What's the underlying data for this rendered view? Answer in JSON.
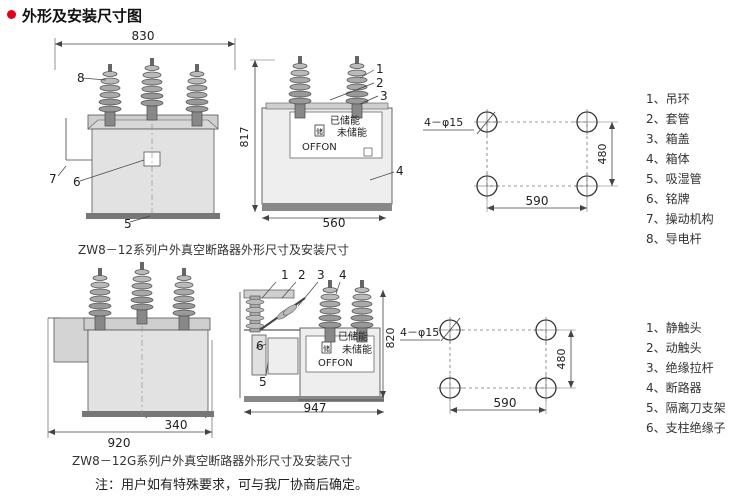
{
  "header": {
    "title": "外形及安装尺寸图",
    "bullet_color": "#e0001a"
  },
  "fig1": {
    "dims": {
      "width": "830",
      "height": "817",
      "depth": "560"
    },
    "callouts": {
      "c8": "8",
      "c7": "7",
      "c6": "6",
      "c5": "5",
      "c1": "1",
      "c2": "2",
      "c3": "3",
      "c4": "4"
    },
    "nameplate": {
      "charged": "已储能",
      "uncharged": "未储能",
      "hand": "储",
      "offon": "OFFON"
    },
    "mount": {
      "hole_label": "4－φ15",
      "height": "480",
      "width": "590"
    },
    "caption": "ZW8－12系列户外真空断路器外形尺寸及安装尺寸",
    "legend": [
      "1、吊环",
      "2、套管",
      "3、箱盖",
      "4、箱体",
      "5、吸湿管",
      "6、铭牌",
      "7、操动机构",
      "8、导电杆"
    ]
  },
  "fig2": {
    "dims": {
      "width": "920",
      "offset": "340",
      "depth": "947",
      "height": "820"
    },
    "callouts": {
      "c1": "1",
      "c2": "2",
      "c3": "3",
      "c4": "4",
      "c5": "5",
      "c6": "6"
    },
    "nameplate": {
      "charged": "已储能",
      "uncharged": "未储能",
      "hand": "储",
      "offon": "OFFON"
    },
    "mount": {
      "hole_label": "4－φ15",
      "height": "480",
      "width": "590"
    },
    "caption": "ZW8－12G系列户外真空断路器外形尺寸及安装尺寸",
    "legend": [
      "1、静触头",
      "2、动触头",
      "3、绝缘拉杆",
      "4、断路器",
      "5、隔离刀支架",
      "6、支柱绝缘子"
    ]
  },
  "footer": {
    "note": "注：用户如有特殊要求，可与我厂协商后确定。"
  }
}
